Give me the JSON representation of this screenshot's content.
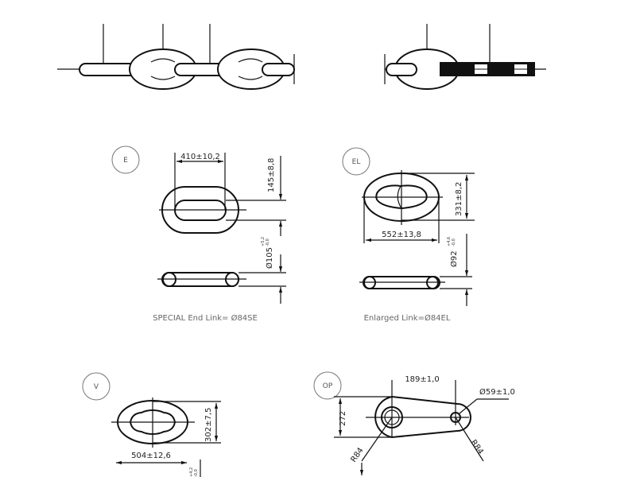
{
  "views": {
    "E": {
      "badge": "E",
      "width": "410±10,2",
      "height": "145±8,8",
      "diameter": "Ø105",
      "tol_plus": "+5,2",
      "tol_minus": "-0,0",
      "caption": "SPECIAL End Link= Ø84SE"
    },
    "EL": {
      "badge": "EL",
      "width": "552±13,8",
      "height": "331±8,2",
      "diameter": "Ø92",
      "tol_plus": "+4,6",
      "tol_minus": "-0,0",
      "caption": "Enlarged Link=Ø84EL"
    },
    "V": {
      "badge": "V",
      "width": "504±12,6",
      "height": "302±7,5",
      "tol_plus": "+4,2",
      "tol_minus": "-0,0"
    },
    "OP": {
      "badge": "OP",
      "length": "189±1,0",
      "hole": "Ø59±1,0",
      "height": "272",
      "radius_left": "R84",
      "radius_right": "R84"
    }
  }
}
